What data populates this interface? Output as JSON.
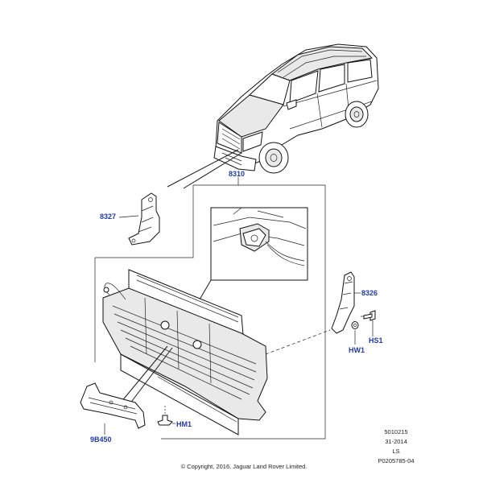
{
  "callouts": {
    "c8310": "8310",
    "c8327": "8327",
    "c8326": "8326",
    "hw1": "HW1",
    "hs1": "HS1",
    "hm1": "HM1",
    "c9b450": "9B450"
  },
  "reference": {
    "line1": "5010215",
    "line2": "31-2014",
    "line3": "LS",
    "line4": "P0205785-04"
  },
  "copyright": "© Copyright, 2016. Jaguar Land Rover Limited.",
  "colors": {
    "callout": "#1f3bb3",
    "linework": "#111111"
  }
}
